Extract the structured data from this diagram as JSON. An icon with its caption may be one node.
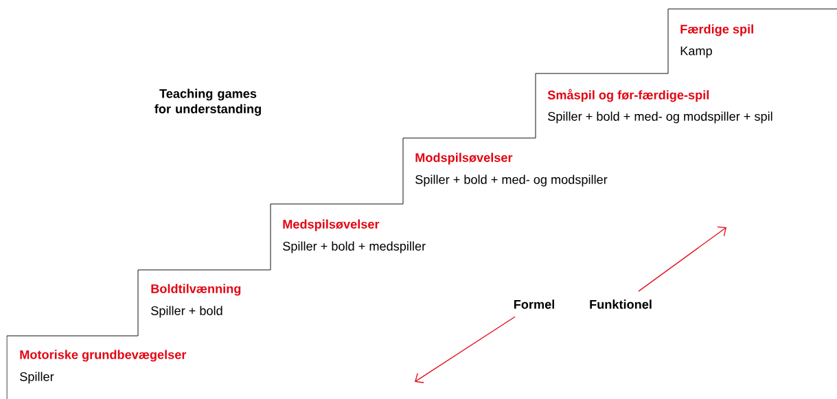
{
  "diagram": {
    "title": "Teaching games for understanding",
    "nodes": [
      {
        "text": [
          "Formel"
        ]
      },
      {
        "text": [
          "Funktionel"
        ]
      }
    ],
    "edges": [
      {
        "from": 0,
        "to": null,
        "arrow": "to",
        "color": "#e30613"
      },
      {
        "from": 1,
        "to": null,
        "arrow": "to",
        "color": "#e30613"
      }
    ],
    "labels": [
      "Færdige spil",
      "Kamp",
      "Småspil og før-færdige-spil",
      "Spiller + bold + med- og modspiller + spil",
      "Modspilsøvelser",
      "Spiller + bold + med- og modspiller",
      "Medspilsøvelser",
      "Spiller + bold + medspiller",
      "Boldtilvænning",
      "Spiller + bold",
      "Motoriske grundbevægelser",
      "Spiller"
    ]
  }
}
